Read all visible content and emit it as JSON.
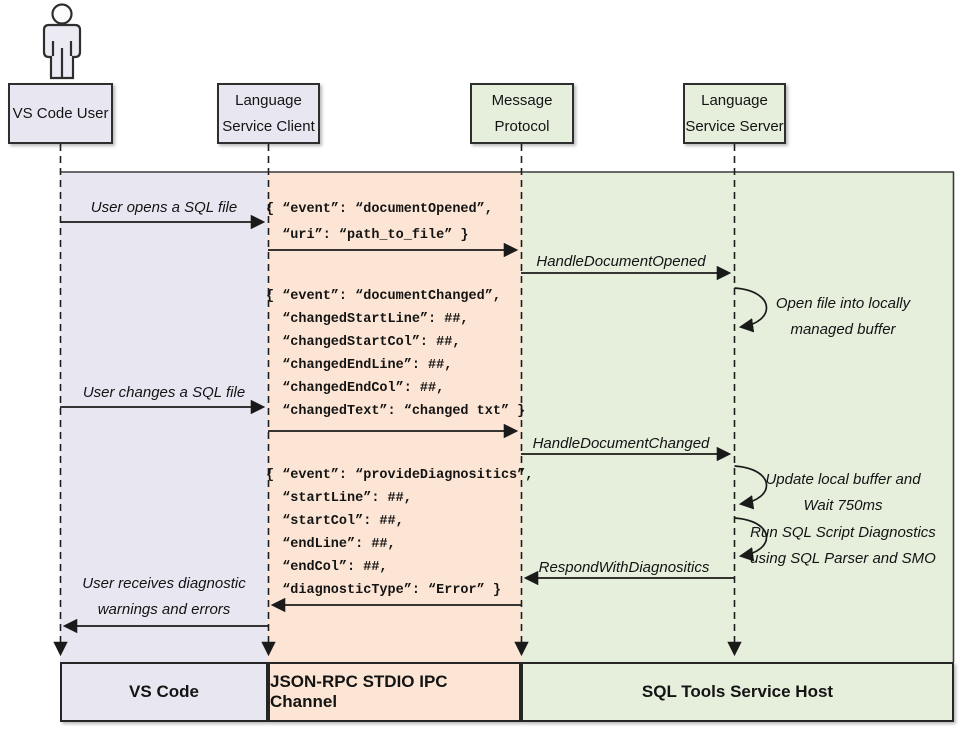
{
  "actors": {
    "user": {
      "line1": "VS Code User",
      "line2": ""
    },
    "client": {
      "line1": "Language",
      "line2": "Service Client"
    },
    "protocol": {
      "line1": "Message",
      "line2": "Protocol"
    },
    "server": {
      "line1": "Language",
      "line2": "Service Server"
    }
  },
  "messages": {
    "open_file": "User opens a SQL file",
    "change_file": "User changes a SQL file",
    "handle_doc_opened": "HandleDocumentOpened",
    "handle_doc_changed": "HandleDocumentChanged",
    "respond_with_diagnostics": "RespondWithDiagnositics",
    "receive_line1": "User receives diagnostic",
    "receive_line2": "warnings and errors"
  },
  "notes": {
    "open_buffer_line1": "Open file into locally",
    "open_buffer_line2": "managed buffer",
    "update_buffer_line1": "Update local buffer and",
    "update_buffer_line2": "Wait 750ms",
    "run_diag_line1": "Run SQL Script Diagnostics",
    "run_diag_line2": "using SQL Parser and SMO"
  },
  "payloads": {
    "document_opened": [
      "{ “event”: “documentOpened”,",
      "  “uri”: “path_to_file” }"
    ],
    "document_changed": [
      "{ “event”: “documentChanged”,",
      "  “changedStartLine”: ##,",
      "  “changedStartCol”: ##,",
      "  “changedEndLine”: ##,",
      "  “changedEndCol”: ##,",
      "  “changedText”: “changed txt” }"
    ],
    "provide_diagnostics": [
      "{ “event”: “provideDiagnositics”,",
      "  “startLine”: ##,",
      "  “startCol”: ##,",
      "  “endLine”: ##,",
      "  “endCol”: ##,",
      "  “diagnosticType”: “Error” }"
    ]
  },
  "lanes": {
    "vscode": "VS Code",
    "jsonrpc": "JSON-RPC STDIO IPC Channel",
    "sqltools": "SQL Tools Service Host"
  },
  "colors": {
    "lavender": "#e8e7f1",
    "peach": "#fce5d4",
    "green": "#e5efdc",
    "line": "#1a1a1a"
  }
}
